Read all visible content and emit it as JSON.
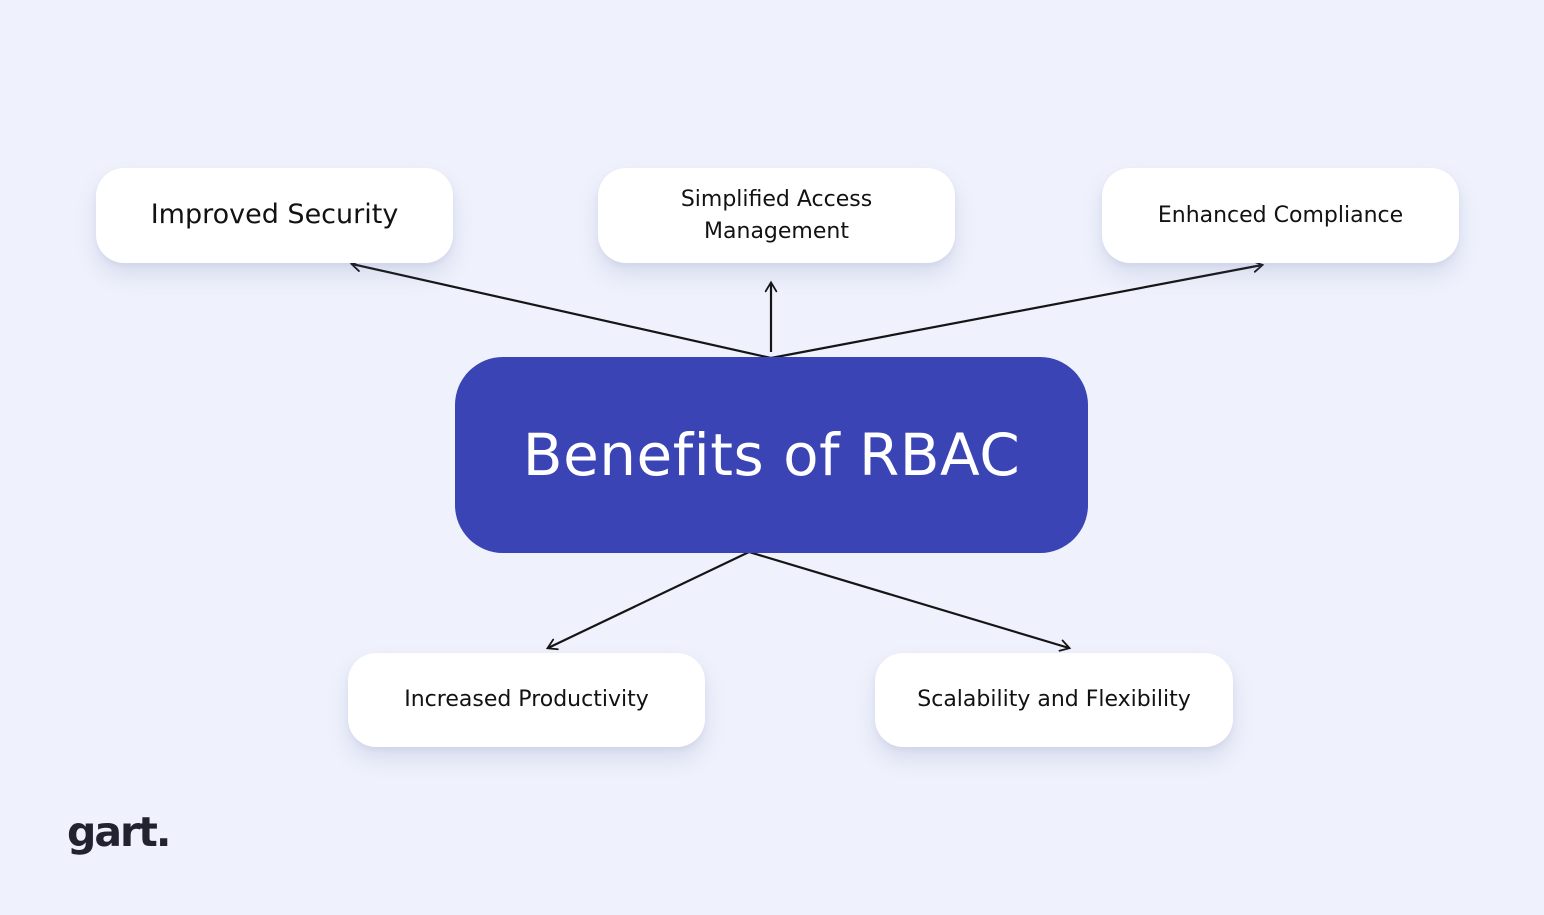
{
  "diagram": {
    "title": "Benefits of RBAC",
    "nodes": [
      {
        "id": "improved-security",
        "label": "Improved Security"
      },
      {
        "id": "simplified-access-management",
        "label": "Simplified Access Management"
      },
      {
        "id": "enhanced-compliance",
        "label": "Enhanced Compliance"
      },
      {
        "id": "increased-productivity",
        "label": "Increased Productivity"
      },
      {
        "id": "scalability-and-flexibility",
        "label": "Scalability and Flexibility"
      }
    ],
    "colors": {
      "background": "#EFF2FC",
      "center_fill": "#3A44B4",
      "center_text": "#FFFFFF",
      "node_fill": "#FFFFFF",
      "node_text": "#121212",
      "arrow": "#151515",
      "logo": "#232230"
    }
  },
  "logo": {
    "text": "gart."
  }
}
